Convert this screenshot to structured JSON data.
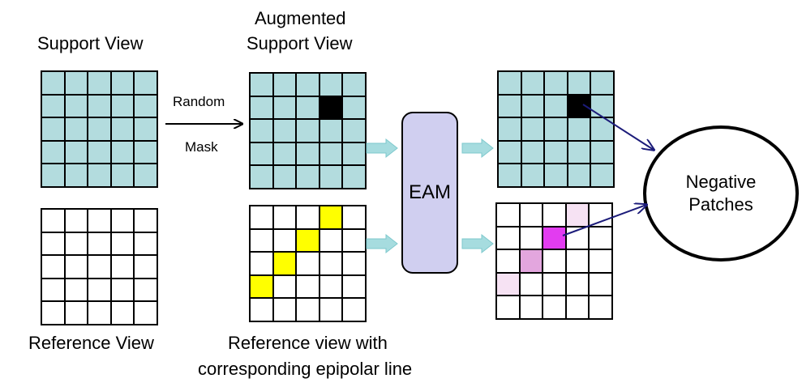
{
  "labels": {
    "support_view": "Support View",
    "augmented_line1": "Augmented",
    "augmented_line2": "Support View",
    "reference_view": "Reference View",
    "ref_epi_line1": "Reference view with",
    "ref_epi_line2": "corresponding epipolar line",
    "random": "Random",
    "mask": "Mask",
    "eam": "EAM",
    "negative_line1": "Negative",
    "negative_line2": "Patches"
  },
  "colors": {
    "teal": "#b3dcde",
    "black": "#000000",
    "yellow": "#ffff00",
    "magenta": "#e23cf0",
    "mauve": "#e3a6de",
    "pale_pink": "#f6e2f3",
    "eam_fill": "#d0cff0",
    "arrow_teal": "#a6dcdf",
    "navy": "#1c1c7a"
  },
  "grids": [
    {
      "id": "support-view-grid",
      "fill": "teal",
      "highlights": []
    },
    {
      "id": "reference-view-grid",
      "fill": "white",
      "highlights": []
    },
    {
      "id": "augmented-support-grid",
      "fill": "teal",
      "highlights": [
        {
          "row": 1,
          "col": 3,
          "color": "black"
        }
      ]
    },
    {
      "id": "epipolar-reference-grid",
      "fill": "white",
      "highlights": [
        {
          "row": 0,
          "col": 3,
          "color": "yellow"
        },
        {
          "row": 1,
          "col": 2,
          "color": "yellow"
        },
        {
          "row": 2,
          "col": 1,
          "color": "yellow"
        },
        {
          "row": 3,
          "col": 0,
          "color": "yellow"
        }
      ]
    },
    {
      "id": "output-support-grid",
      "fill": "teal",
      "highlights": [
        {
          "row": 1,
          "col": 3,
          "color": "black"
        }
      ]
    },
    {
      "id": "output-reference-grid",
      "fill": "white",
      "highlights": [
        {
          "row": 0,
          "col": 3,
          "color": "pale_pink"
        },
        {
          "row": 1,
          "col": 2,
          "color": "magenta"
        },
        {
          "row": 2,
          "col": 1,
          "color": "mauve"
        },
        {
          "row": 3,
          "col": 0,
          "color": "pale_pink"
        }
      ]
    }
  ]
}
